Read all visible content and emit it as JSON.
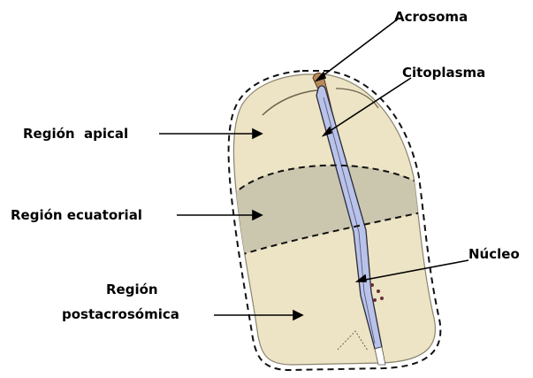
{
  "labels": {
    "acrosoma": "Acrosoma",
    "citoplasma": "Citoplasma",
    "region_apical": "Región  apical",
    "region_ecuatorial": "Región ecuatorial",
    "nucleo": "Núcleo",
    "region_post_line1": "Región",
    "region_post_line2": "postacrosómica"
  },
  "colors": {
    "head_fill": "#ece4c4",
    "equatorial_fill": "#c9c4ad",
    "nucleus_fill": "#b9c3ea",
    "acrosome_fill": "#b58a5c",
    "outline": "#1a1a1a"
  }
}
